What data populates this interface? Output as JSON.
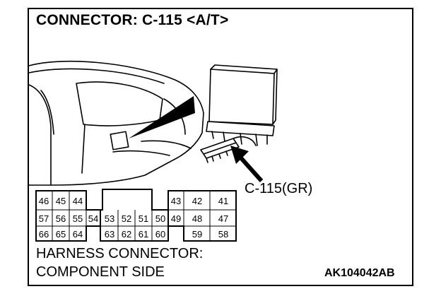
{
  "figure": {
    "title": "CONNECTOR: C-115 <A/T>",
    "callout_label": "C-115(GR)",
    "harness_line1": "HARNESS CONNECTOR:",
    "harness_line2": "COMPONENT SIDE",
    "code": "AK104042AB"
  },
  "connector": {
    "left_block": {
      "row1": [
        "46",
        "45",
        "44"
      ],
      "row2": [
        "57",
        "56",
        "55",
        "54"
      ],
      "row3": [
        "66",
        "65",
        "64"
      ]
    },
    "middle_block": {
      "row2": [
        "53",
        "52",
        "51",
        "50"
      ],
      "row3": [
        "63",
        "62",
        "61",
        "60"
      ]
    },
    "right_block": {
      "row1": [
        "43",
        "42",
        "41"
      ],
      "row2": [
        "49",
        "48",
        "47"
      ],
      "row3": [
        "59",
        "58"
      ]
    }
  }
}
